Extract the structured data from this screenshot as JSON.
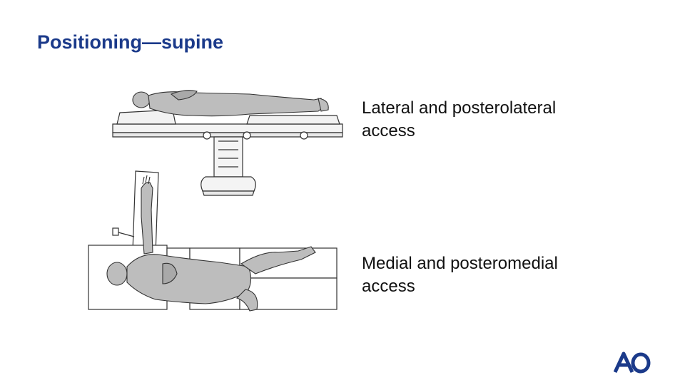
{
  "slide": {
    "title": "Positioning—supine",
    "captions": [
      {
        "line1": "Lateral and posterolateral",
        "line2": "access"
      },
      {
        "line1": "Medial and posteromedial",
        "line2": "access"
      }
    ],
    "logo_text": "AO"
  },
  "colors": {
    "title": "#1b3a8a",
    "logo": "#1b3a8a",
    "figure_fill": "#bdbdbd",
    "line": "#333333"
  },
  "icons": {
    "top_figure": "patient-supine-side-view",
    "bottom_figure": "patient-supine-top-view-abducted-arm",
    "logo": "ao-logo"
  }
}
